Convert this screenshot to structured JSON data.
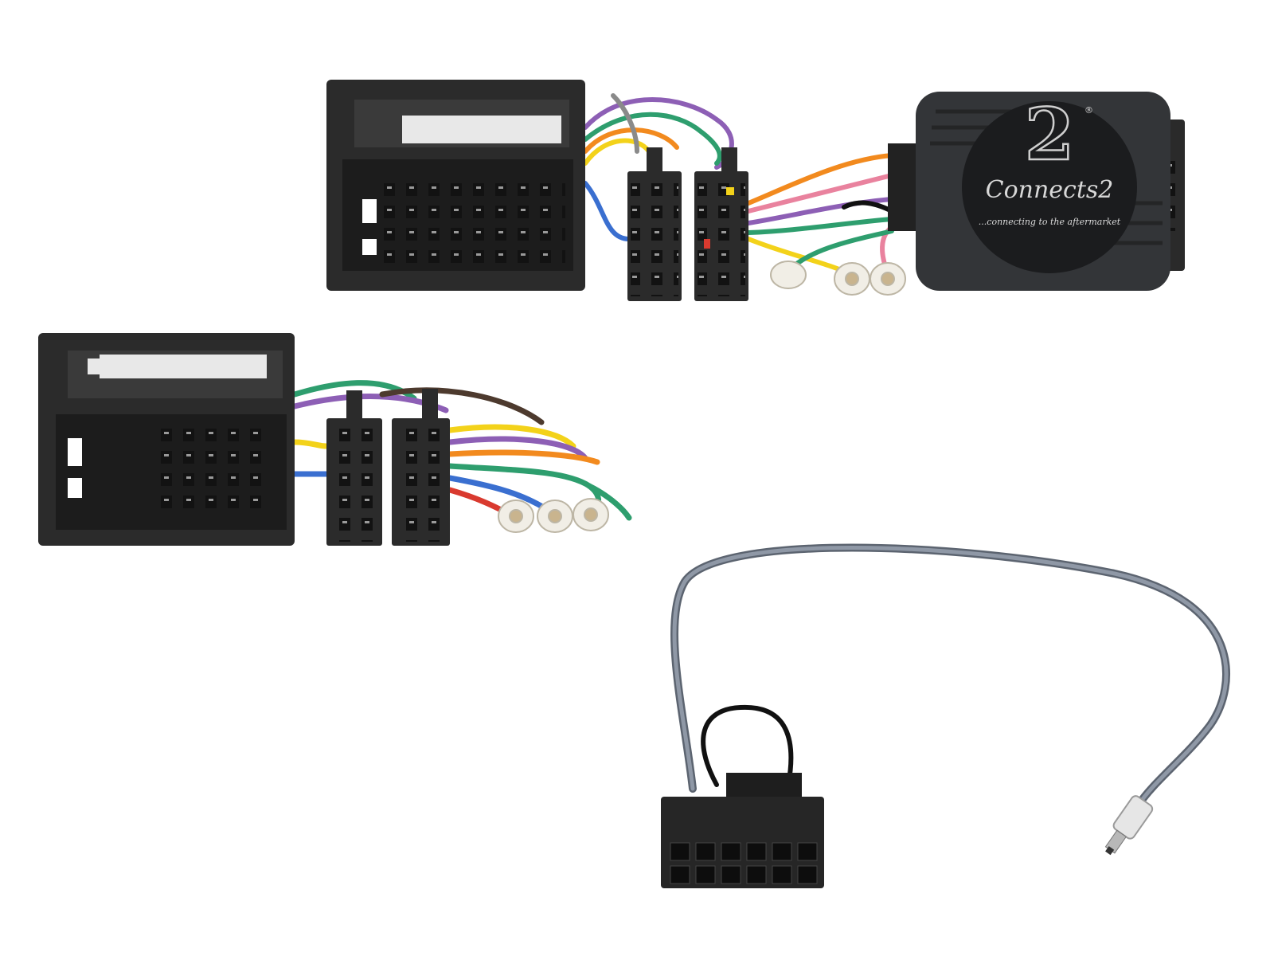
{
  "product": {
    "brand_logo": "Connects2",
    "brand_mark": "2",
    "registered": "®",
    "tagline": "...connecting to the aftermarket"
  },
  "colors": {
    "background": "#ffffff",
    "connector_body": "#2b2b2b",
    "module_body": "#333538",
    "patch_cable": "#7d8694",
    "wires": [
      "#f28a1e",
      "#8d5fb5",
      "#2e9e6e",
      "#f3d21a",
      "#3a6fd0",
      "#e9829e",
      "#8a8a8a",
      "#d93a2f",
      "#4d3a2e",
      "#ffffff"
    ]
  }
}
